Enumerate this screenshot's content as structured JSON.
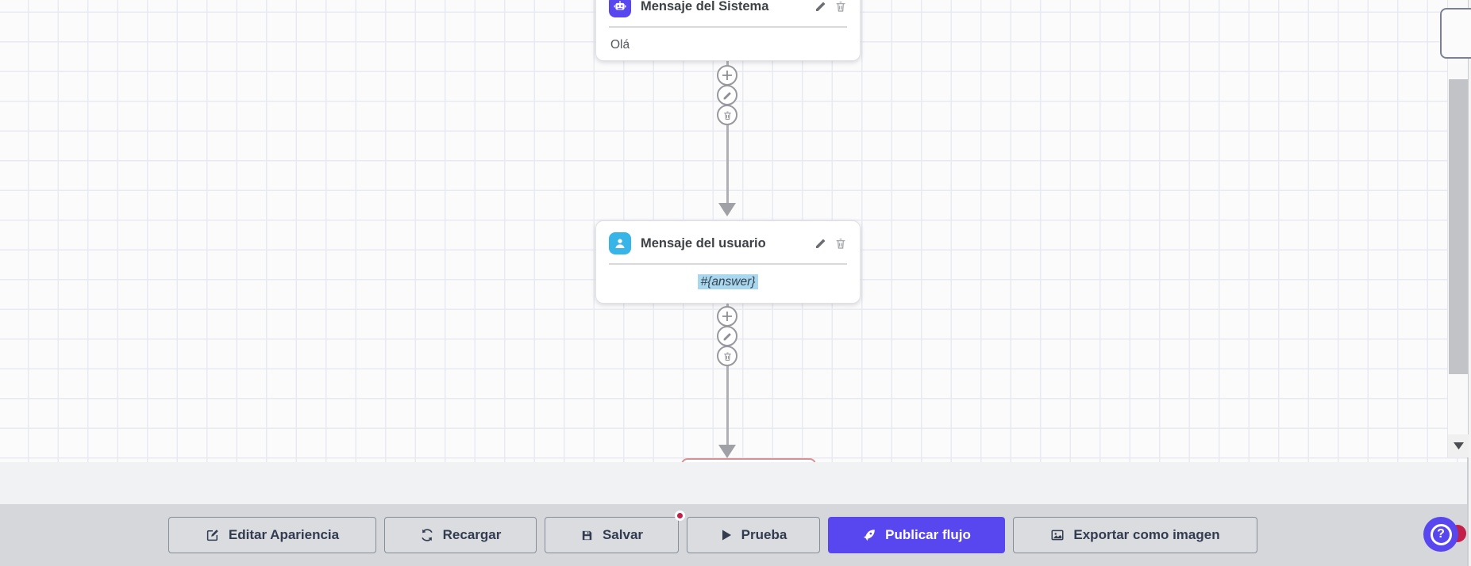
{
  "canvas": {
    "nodes": [
      {
        "id": "system-message",
        "title": "Mensaje del Sistema",
        "content": "Olá",
        "icon": "robot-icon",
        "icon_color": "#5847ef"
      },
      {
        "id": "user-message",
        "title": "Mensaje del usuario",
        "content": "#{answer}",
        "icon": "user-icon",
        "icon_color": "#38b5e8",
        "content_highlighted": true
      }
    ],
    "connector_actions": [
      {
        "icon": "plus-icon",
        "name": "add-node"
      },
      {
        "icon": "pencil-icon",
        "name": "edit-connection"
      },
      {
        "icon": "trash-icon",
        "name": "delete-connection"
      }
    ]
  },
  "toolbar": {
    "buttons": [
      {
        "label": "Editar Apariencia",
        "icon": "edit-icon"
      },
      {
        "label": "Recargar",
        "icon": "refresh-icon"
      },
      {
        "label": "Salvar",
        "icon": "save-icon",
        "has_badge": true
      },
      {
        "label": "Prueba",
        "icon": "play-icon"
      },
      {
        "label": "Publicar flujo",
        "icon": "rocket-icon",
        "variant": "primary"
      },
      {
        "label": "Exportar como imagen",
        "icon": "image-icon"
      }
    ]
  },
  "help": {
    "icon_glyph": "?"
  },
  "colors": {
    "accent": "#5847ef",
    "user_icon": "#38b5e8",
    "highlight": "#a9d8ee",
    "badge": "#c32049",
    "toolbar_bg": "#d5d7db",
    "canvas_bg": "#fbfbfc"
  }
}
